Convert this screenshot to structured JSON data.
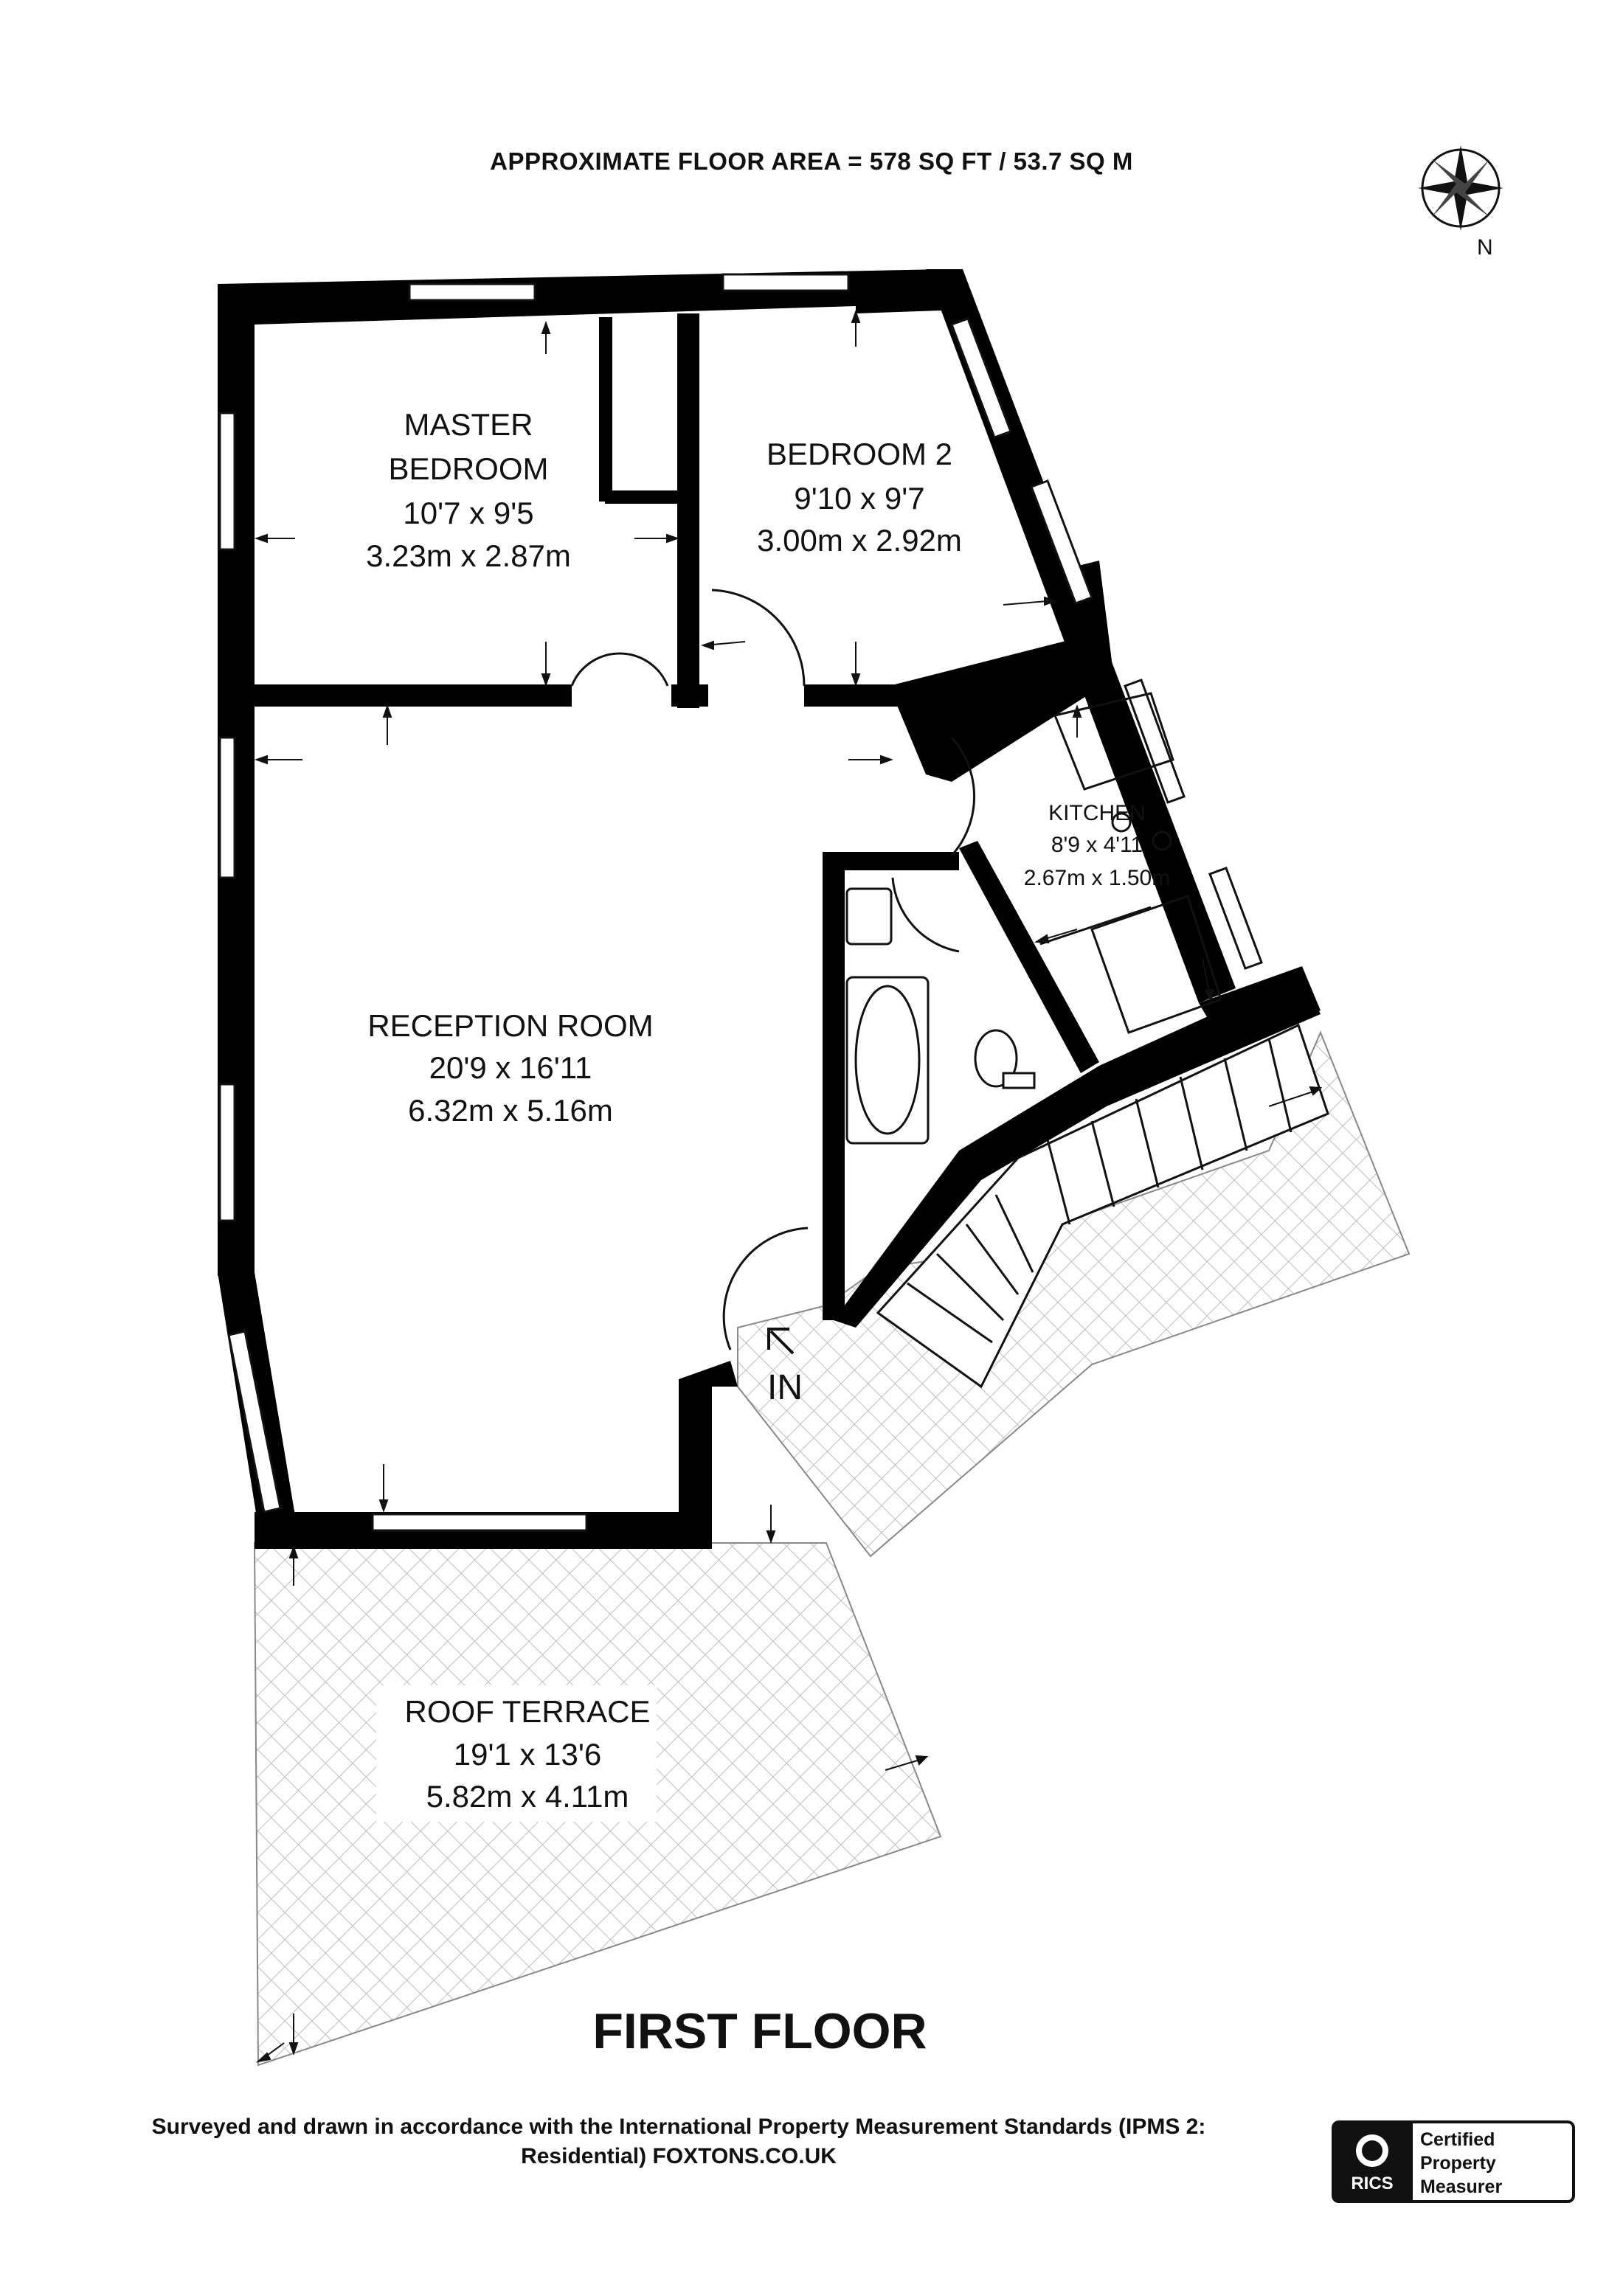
{
  "header": {
    "area": "APPROXIMATE FLOOR AREA = 578 SQ FT / 53.7 SQ M"
  },
  "compass": {
    "label": "N"
  },
  "rooms": {
    "master": {
      "name1": "MASTER",
      "name2": "BEDROOM",
      "imperial": "10'7 x 9'5",
      "metric": "3.23m x 2.87m"
    },
    "bedroom2": {
      "name": "BEDROOM 2",
      "imperial": "9'10 x 9'7",
      "metric": "3.00m x 2.92m"
    },
    "kitchen": {
      "name": "KITCHEN",
      "imperial": "8'9 x 4'11",
      "metric": "2.67m x 1.50m"
    },
    "reception": {
      "name": "RECEPTION ROOM",
      "imperial": "20'9 x 16'11",
      "metric": "6.32m x 5.16m"
    },
    "terrace": {
      "name": "ROOF TERRACE",
      "imperial": "19'1 x 13'6",
      "metric": "5.82m x 4.11m"
    }
  },
  "entrance": {
    "label": "IN"
  },
  "floor": {
    "title": "FIRST FLOOR"
  },
  "footer": {
    "line1": "Surveyed and drawn in accordance with the International Property Measurement Standards (IPMS 2:",
    "line2": "Residential) FOXTONS.CO.UK"
  },
  "badge": {
    "logo": "RICS",
    "line1": "Certified",
    "line2": "Property",
    "line3": "Measurer"
  },
  "colors": {
    "wall": "#000000",
    "hatch": "#cccccc",
    "window": "#ffffff"
  }
}
